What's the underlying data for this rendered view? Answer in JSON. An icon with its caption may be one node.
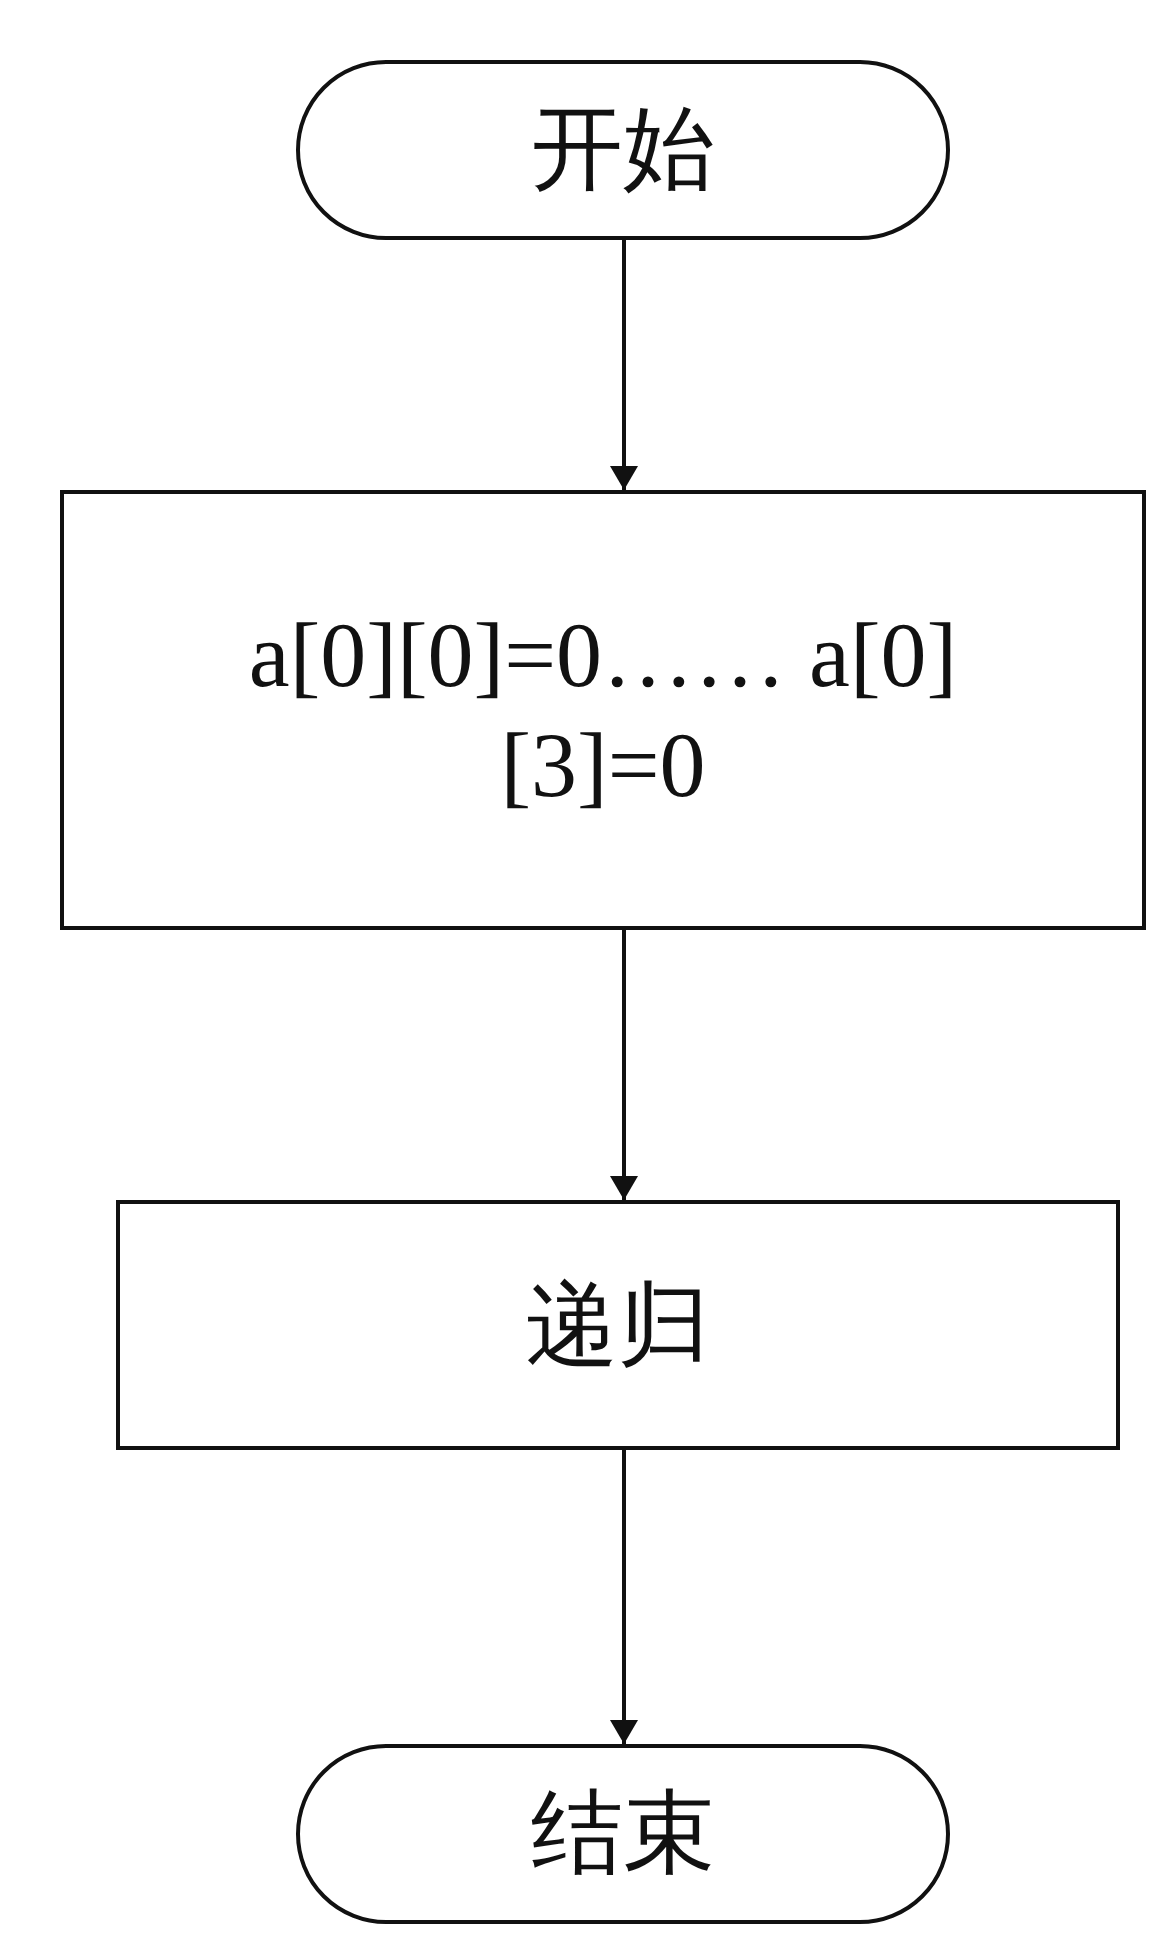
{
  "diagram": {
    "nodes": [
      {
        "text": [
          "开始"
        ]
      },
      {
        "text": [
          "a[0][0]=0…… a[0][3]=0"
        ]
      },
      {
        "text": [
          "递归"
        ]
      },
      {
        "text": [
          "结束"
        ]
      }
    ],
    "edges": [
      {
        "from": 0,
        "to": 1,
        "arrow": "to"
      },
      {
        "from": 1,
        "to": 2,
        "arrow": "to"
      },
      {
        "from": 2,
        "to": 3,
        "arrow": "to"
      }
    ]
  }
}
